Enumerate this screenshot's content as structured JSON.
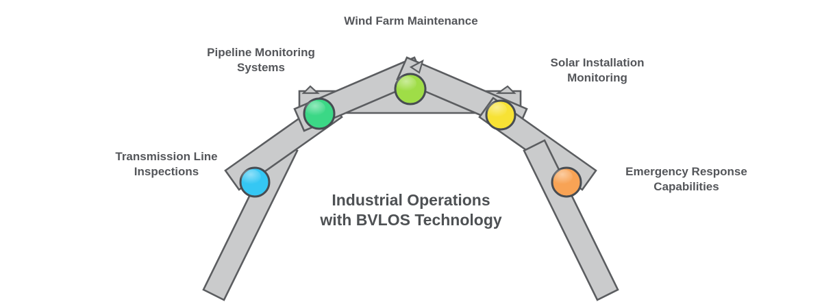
{
  "diagram": {
    "title_line1": "Industrial Operations",
    "title_line2": "with BVLOS Technology",
    "nodes": [
      {
        "id": "transmission-line-inspections",
        "label_line1": "Transmission Line",
        "label_line2": "Inspections",
        "color": "#35c7f4"
      },
      {
        "id": "pipeline-monitoring-systems",
        "label_line1": "Pipeline Monitoring",
        "label_line2": "Systems",
        "color": "#3bd886"
      },
      {
        "id": "wind-farm-maintenance",
        "label_line1": "Wind Farm Maintenance",
        "label_line2": "",
        "color": "#9fdd47"
      },
      {
        "id": "solar-installation-monitoring",
        "label_line1": "Solar Installation",
        "label_line2": "Monitoring",
        "color": "#f7e234"
      },
      {
        "id": "emergency-response-capabilities",
        "label_line1": "Emergency Response",
        "label_line2": "Capabilities",
        "color": "#f8a355"
      }
    ],
    "palette": {
      "background": "#ffffff",
      "plank_fill": "#cacbcc",
      "plank_stroke": "#5b5d60",
      "circle_stroke": "#474c52",
      "label_color": "#54565a",
      "title_color": "#4e5154"
    }
  }
}
